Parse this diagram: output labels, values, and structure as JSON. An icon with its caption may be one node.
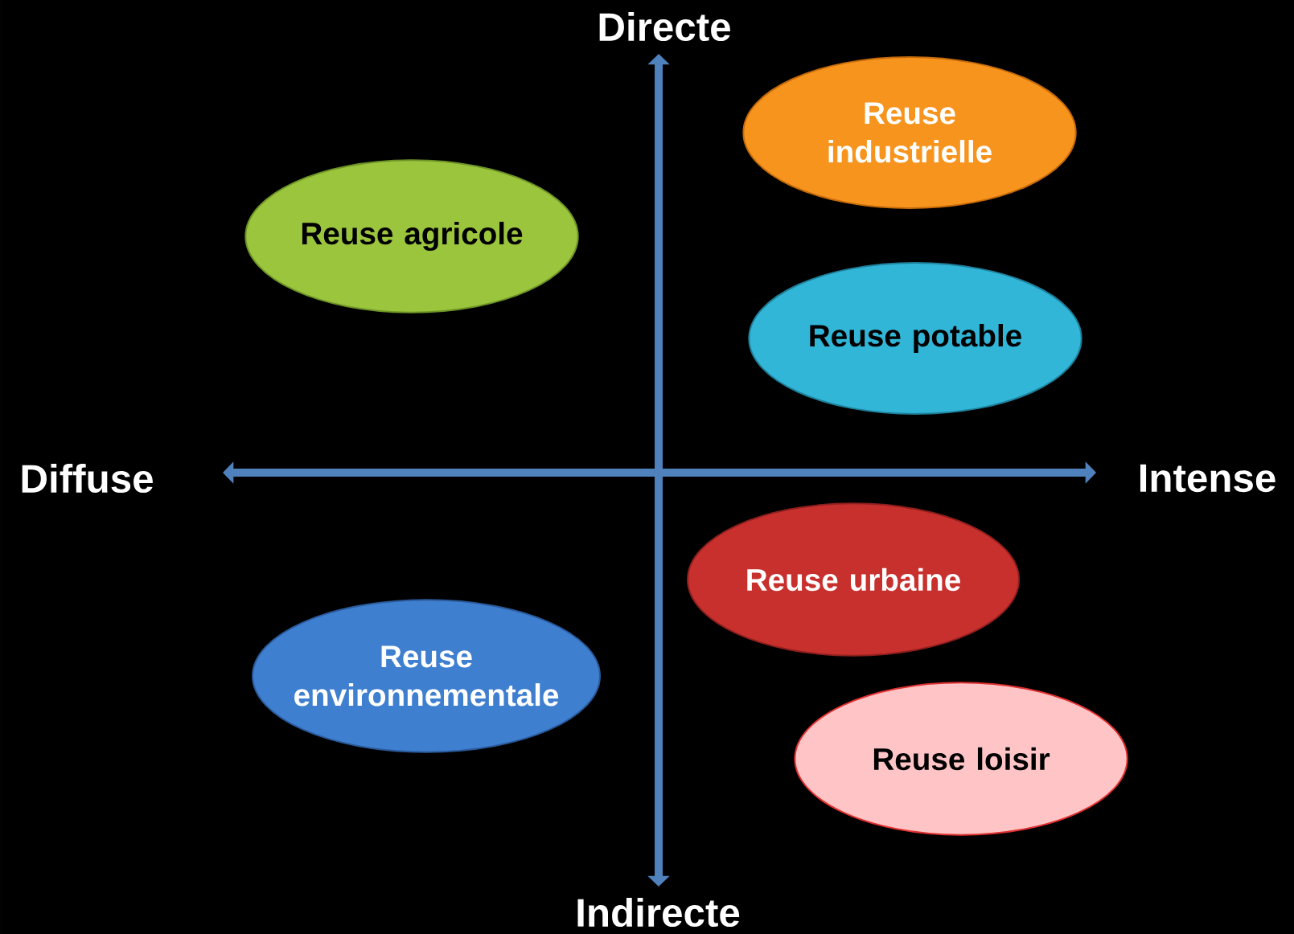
{
  "diagram": {
    "nodes": [
      {
        "text": [
          "Reuse industrielle"
        ]
      },
      {
        "text": [
          "Reuse agricole"
        ]
      },
      {
        "text": [
          "Reuse potable"
        ]
      },
      {
        "text": [
          "Reuse urbaine"
        ]
      },
      {
        "text": [
          "Reuse environnementale"
        ]
      },
      {
        "text": [
          "Reuse loisir"
        ]
      }
    ],
    "labels": [
      "Directe",
      "Diffuse",
      "Intense",
      "Indirecte"
    ]
  }
}
